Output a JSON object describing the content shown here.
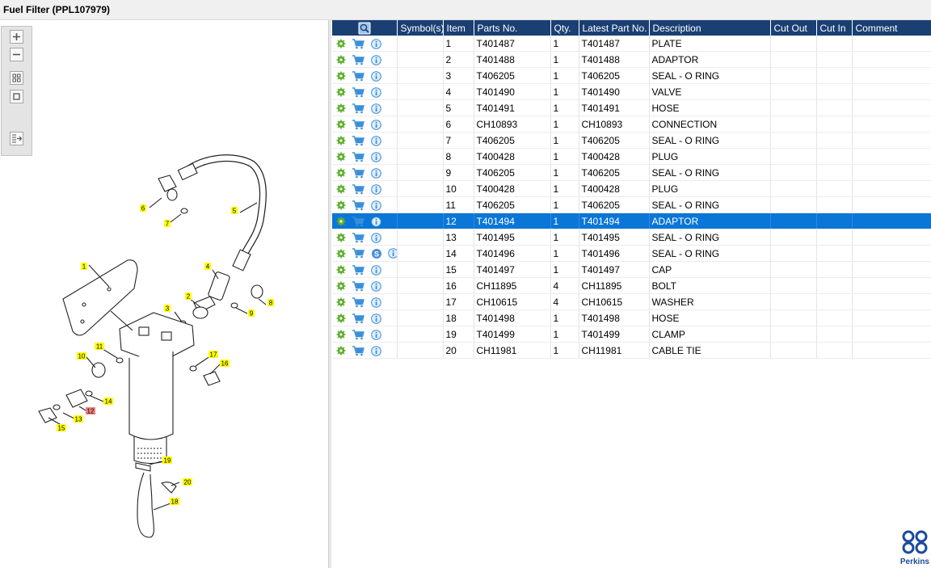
{
  "window": {
    "title": "Fuel Filter (PPL107979)"
  },
  "icons": {
    "zoom_in": "plus-icon",
    "zoom_out": "minus-icon",
    "fit": "fit-view-icon",
    "actual": "actual-size-icon",
    "export": "export-icon",
    "header_search": "search-icon",
    "row_gear": "gear-icon",
    "row_cart": "cart-icon",
    "row_info": "info-icon",
    "row_symbol": "s-badge-icon"
  },
  "colors": {
    "header_bg": "#1a3f73",
    "selected_bg": "#0a76d7",
    "callout": "#ffff00",
    "callout_selected": "#f08080",
    "gear": "#5cae2c",
    "cart": "#3a8fd8",
    "info": "#3a8fd8",
    "brand": "#1a4b9c"
  },
  "table": {
    "columns": [
      "Symbol(s)",
      "Item",
      "Parts No.",
      "Qty.",
      "Latest Part No.",
      "Description",
      "Cut Out",
      "Cut In",
      "Comment"
    ],
    "rows": [
      {
        "item": "1",
        "part": "T401487",
        "qty": "1",
        "latest": "T401487",
        "desc": "PLATE"
      },
      {
        "item": "2",
        "part": "T401488",
        "qty": "1",
        "latest": "T401488",
        "desc": "ADAPTOR"
      },
      {
        "item": "3",
        "part": "T406205",
        "qty": "1",
        "latest": "T406205",
        "desc": "SEAL - O RING"
      },
      {
        "item": "4",
        "part": "T401490",
        "qty": "1",
        "latest": "T401490",
        "desc": "VALVE"
      },
      {
        "item": "5",
        "part": "T401491",
        "qty": "1",
        "latest": "T401491",
        "desc": "HOSE"
      },
      {
        "item": "6",
        "part": "CH10893",
        "qty": "1",
        "latest": "CH10893",
        "desc": "CONNECTION"
      },
      {
        "item": "7",
        "part": "T406205",
        "qty": "1",
        "latest": "T406205",
        "desc": "SEAL - O RING"
      },
      {
        "item": "8",
        "part": "T400428",
        "qty": "1",
        "latest": "T400428",
        "desc": "PLUG"
      },
      {
        "item": "9",
        "part": "T406205",
        "qty": "1",
        "latest": "T406205",
        "desc": "SEAL - O RING"
      },
      {
        "item": "10",
        "part": "T400428",
        "qty": "1",
        "latest": "T400428",
        "desc": "PLUG"
      },
      {
        "item": "11",
        "part": "T406205",
        "qty": "1",
        "latest": "T406205",
        "desc": "SEAL - O RING"
      },
      {
        "item": "12",
        "part": "T401494",
        "qty": "1",
        "latest": "T401494",
        "desc": "ADAPTOR",
        "selected": true
      },
      {
        "item": "13",
        "part": "T401495",
        "qty": "1",
        "latest": "T401495",
        "desc": "SEAL - O RING"
      },
      {
        "item": "14",
        "part": "T401496",
        "qty": "1",
        "latest": "T401496",
        "desc": "SEAL - O RING",
        "symbol": true
      },
      {
        "item": "15",
        "part": "T401497",
        "qty": "1",
        "latest": "T401497",
        "desc": "CAP"
      },
      {
        "item": "16",
        "part": "CH11895",
        "qty": "4",
        "latest": "CH11895",
        "desc": "BOLT"
      },
      {
        "item": "17",
        "part": "CH10615",
        "qty": "4",
        "latest": "CH10615",
        "desc": "WASHER"
      },
      {
        "item": "18",
        "part": "T401498",
        "qty": "1",
        "latest": "T401498",
        "desc": "HOSE"
      },
      {
        "item": "19",
        "part": "T401499",
        "qty": "1",
        "latest": "T401499",
        "desc": "CLAMP"
      },
      {
        "item": "20",
        "part": "CH11981",
        "qty": "1",
        "latest": "CH11981",
        "desc": "CABLE TIE"
      }
    ]
  },
  "callouts": [
    "1",
    "2",
    "3",
    "4",
    "5",
    "6",
    "7",
    "8",
    "9",
    "10",
    "11",
    "12",
    "13",
    "14",
    "15",
    "16",
    "17",
    "18",
    "19",
    "20"
  ],
  "selected_callout": "12",
  "brand": {
    "name": "Perkins"
  }
}
